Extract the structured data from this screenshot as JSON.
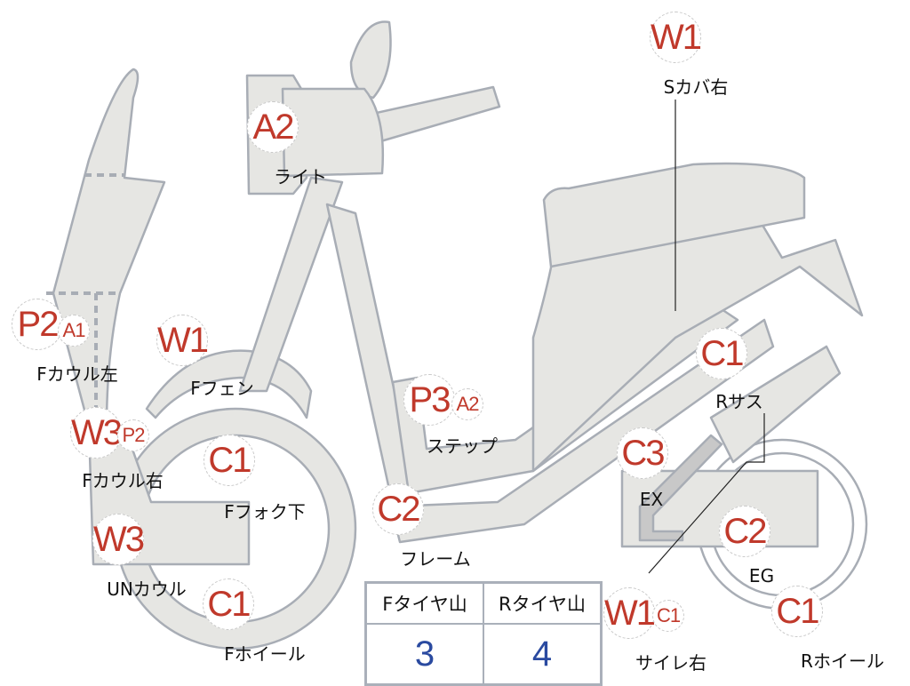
{
  "colors": {
    "part_fill": "#e6e6e3",
    "outline": "#a8adb5",
    "damage_code": "#c0392b",
    "tire_value": "#2a4aa0"
  },
  "markers": [
    {
      "codes": [
        "W1"
      ],
      "label": "Sカバ右"
    },
    {
      "codes": [
        "A2"
      ],
      "label": "ライト"
    },
    {
      "codes": [
        "P2",
        "A1"
      ],
      "label": "Fカウル左"
    },
    {
      "codes": [
        "W1"
      ],
      "label": "Fフェン"
    },
    {
      "codes": [
        "W3",
        "P2"
      ],
      "label": "Fカウル右"
    },
    {
      "codes": [
        "P3",
        "A2"
      ],
      "label": "ステップ"
    },
    {
      "codes": [
        "C1"
      ],
      "label": "Rサス"
    },
    {
      "codes": [
        "C1"
      ],
      "label": "Fフォク下"
    },
    {
      "codes": [
        "C3"
      ],
      "label": "EX"
    },
    {
      "codes": [
        "C2"
      ],
      "label": "フレーム"
    },
    {
      "codes": [
        "C2"
      ],
      "label": "EG"
    },
    {
      "codes": [
        "W3"
      ],
      "label": "UNカウル"
    },
    {
      "codes": [
        "C1"
      ],
      "label": "Fホイール"
    },
    {
      "codes": [
        "W1",
        "C1"
      ],
      "label": "サイレ右"
    },
    {
      "codes": [
        "C1"
      ],
      "label": "Rホイール"
    }
  ],
  "tire_table": {
    "headers": [
      "Fタイヤ山",
      "Rタイヤ山"
    ],
    "values": [
      "3",
      "4"
    ]
  }
}
